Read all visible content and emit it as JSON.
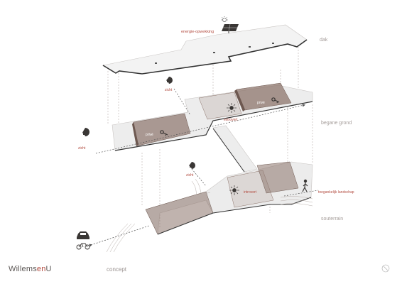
{
  "labels": {
    "energy": "energie-opwekking",
    "dak": "dak",
    "begane_grond": "begane grond",
    "souterrain": "souterrain",
    "zicht_top": "zicht",
    "zicht_left": "zicht",
    "zicht_mid": "zicht",
    "extrovert": "extrovert",
    "introvert": "introvert",
    "prive_left": "privé",
    "prive_right": "privé",
    "toegankelijk": "toegankelijk landschap"
  },
  "brand": {
    "part1": "Willems",
    "part2": "en",
    "part3": "U"
  },
  "caption": "concept",
  "colors": {
    "accent": "#b24a3e",
    "volume": "#8c746b",
    "slab": "#f2f2f2",
    "dark": "#3a3735"
  },
  "icons": [
    "sun-icon",
    "solar-panel-icon",
    "head-profile-icon",
    "key-icon",
    "eye-sparkle-icon",
    "walking-person-icon",
    "car-icon",
    "bicycle-icon"
  ]
}
